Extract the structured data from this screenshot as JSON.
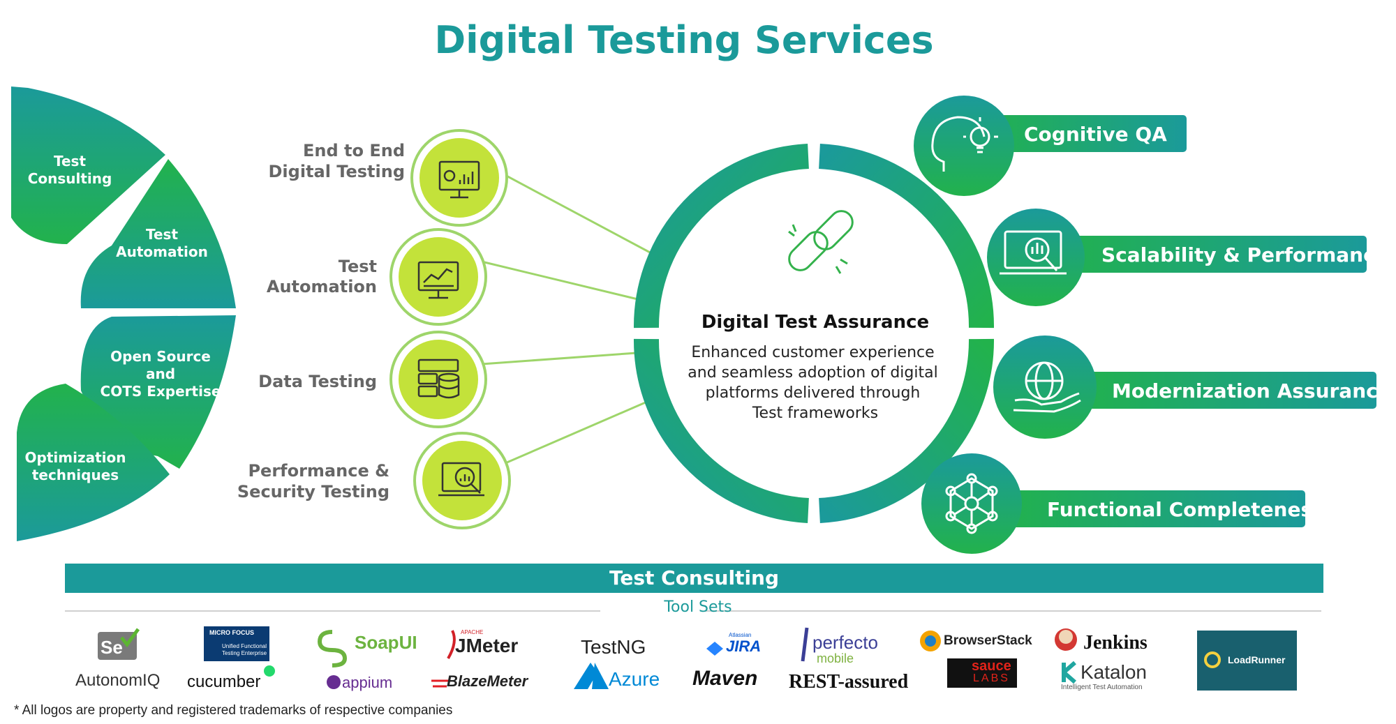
{
  "title": "Digital Testing Services",
  "colors": {
    "teal": "#1b9a9a",
    "green": "#22b24c",
    "lime": "#c3e23a",
    "gray_text": "#666666"
  },
  "left_segments": [
    {
      "label": "Test Consulting",
      "lines": [
        "Test",
        "Consulting"
      ]
    },
    {
      "label": "Test Automation",
      "lines": [
        "Test",
        "Automation"
      ]
    },
    {
      "label": "Open Source and COTS Expertise",
      "lines": [
        "Open Source",
        "and",
        "COTS Expertise"
      ]
    },
    {
      "label": "Optimization techniques",
      "lines": [
        "Optimization",
        "techniques"
      ]
    }
  ],
  "services": [
    {
      "lines": [
        "End to End",
        "Digital Testing"
      ],
      "icon": "dashboard-monitor-icon"
    },
    {
      "lines": [
        "Test",
        "Automation"
      ],
      "icon": "chart-monitor-icon"
    },
    {
      "lines": [
        "Data Testing"
      ],
      "icon": "database-server-icon"
    },
    {
      "lines": [
        "Performance &",
        "Security Testing"
      ],
      "icon": "analytics-magnifier-icon"
    }
  ],
  "center": {
    "icon": "broken-link-icon",
    "title": "Digital Test Assurance",
    "description_lines": [
      "Enhanced customer experience",
      "and seamless adoption of digital",
      "platforms delivered through",
      "Test frameworks"
    ]
  },
  "capabilities": [
    {
      "label": "Cognitive QA",
      "icon": "head-lightbulb-icon"
    },
    {
      "label": "Scalability & Performance",
      "icon": "laptop-chart-icon"
    },
    {
      "label": "Modernization Assurance",
      "icon": "hand-globe-icon"
    },
    {
      "label": "Functional Completeness",
      "icon": "network-hexagon-icon"
    }
  ],
  "bottom_banner": "Test Consulting",
  "toolsets_label": "Tool Sets",
  "logos": {
    "selenium": "Se",
    "autonomiq": "AutonomIQ",
    "uft_brand": "MICRO FOCUS",
    "uft_line1": "Unified Functional",
    "uft_line2": "Testing Enterprise",
    "cucumber": "cucumber",
    "soapui": "SoapUI",
    "appium": "appium",
    "jmeter_small": "APACHE",
    "jmeter": "JMeter",
    "blazemeter": "BlazeMeter",
    "testng": "TestNG",
    "azure": "Azure",
    "jira_small": "Atlassian",
    "jira": "JIRA",
    "maven": "Maven",
    "perfecto": "perfecto",
    "perfecto_sub": "mobile",
    "rest": "REST-assured",
    "browserstack": "BrowserStack",
    "sauce_top": "sauce",
    "sauce_bottom": "LABS",
    "jenkins": "Jenkins",
    "katalon": "Katalon",
    "katalon_sub": "Intelligent Test Automation",
    "loadrunner": "LoadRunner"
  },
  "footnote": "* All logos are property and registered trademarks of respective companies"
}
